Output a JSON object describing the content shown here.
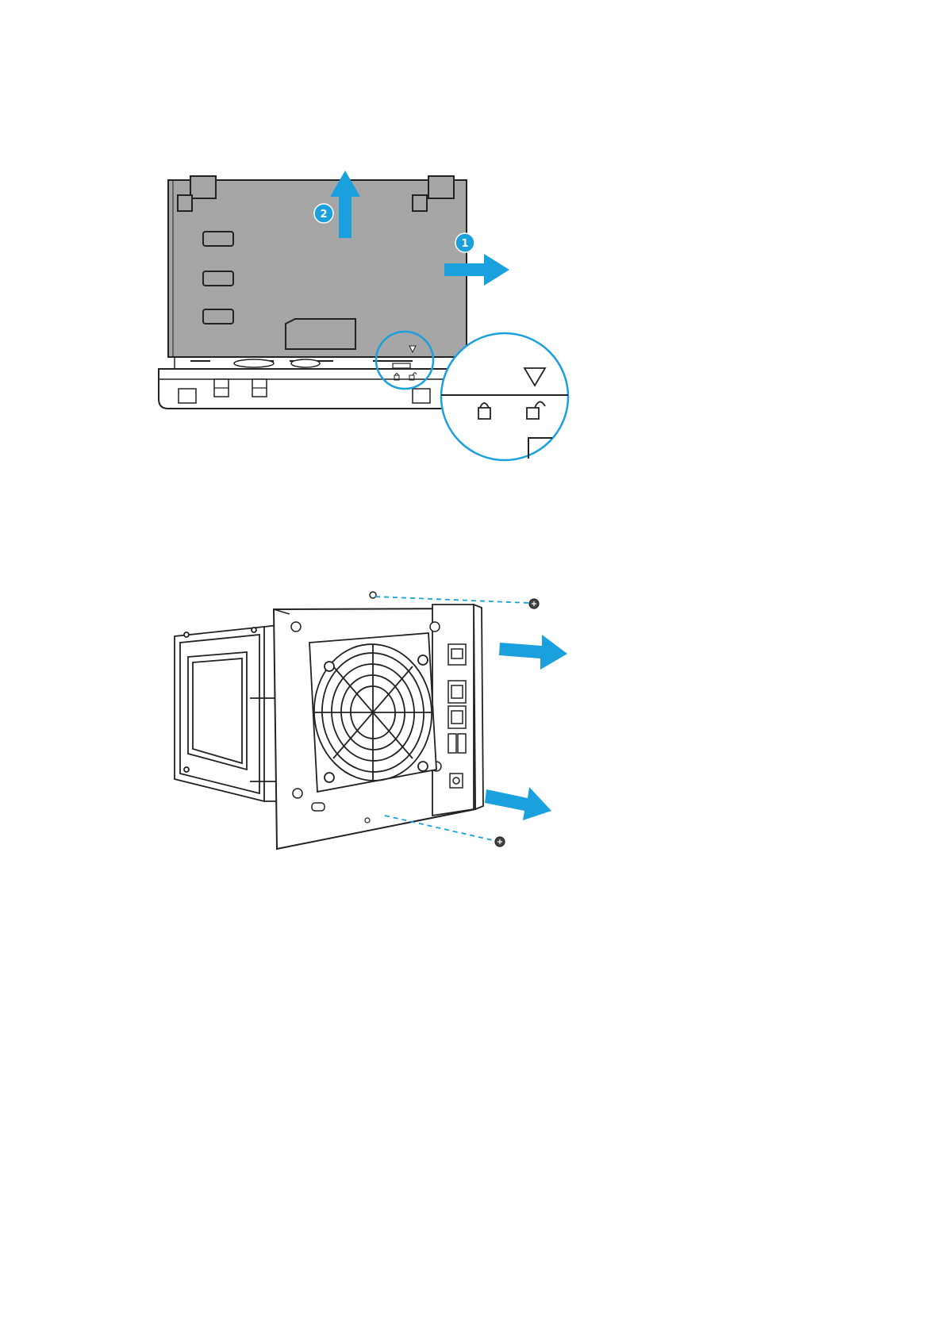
{
  "colors": {
    "accent": "#1aa0dc",
    "cover": "#a6a6a6",
    "line": "#222222",
    "background": "#ffffff"
  },
  "figure1": {
    "steps": [
      {
        "number": "1",
        "direction": "right"
      },
      {
        "number": "2",
        "direction": "up"
      }
    ],
    "icons": [
      "down-triangle-icon",
      "lock-icon",
      "unlock-icon"
    ]
  },
  "figure2": {
    "arrows": [
      "right",
      "right"
    ],
    "screws": 2,
    "icons": [
      "fan-grille-icon",
      "screw-icon"
    ]
  }
}
